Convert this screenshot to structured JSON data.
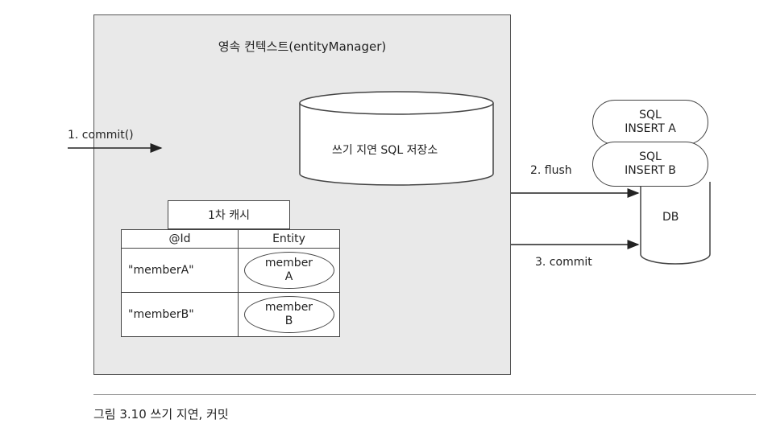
{
  "context": {
    "title": "영속 컨텍스트(entityManager)"
  },
  "sql_store": {
    "label": "쓰기 지연 SQL 저장소"
  },
  "cache": {
    "title": "1차 캐시",
    "headers": [
      "@Id",
      "Entity"
    ],
    "rows": [
      {
        "id": "\"memberA\"",
        "entity_line1": "member",
        "entity_line2": "A"
      },
      {
        "id": "\"memberB\"",
        "entity_line1": "member",
        "entity_line2": "B"
      }
    ]
  },
  "arrows": {
    "commit_in": "1. commit()",
    "flush": "2. flush",
    "commit_out": "3. commit"
  },
  "db": {
    "label": "DB",
    "queries": [
      {
        "line1": "SQL",
        "line2": "INSERT A"
      },
      {
        "line1": "SQL",
        "line2": "INSERT B"
      }
    ]
  },
  "caption": "그림 3.10 쓰기 지연, 커밋"
}
